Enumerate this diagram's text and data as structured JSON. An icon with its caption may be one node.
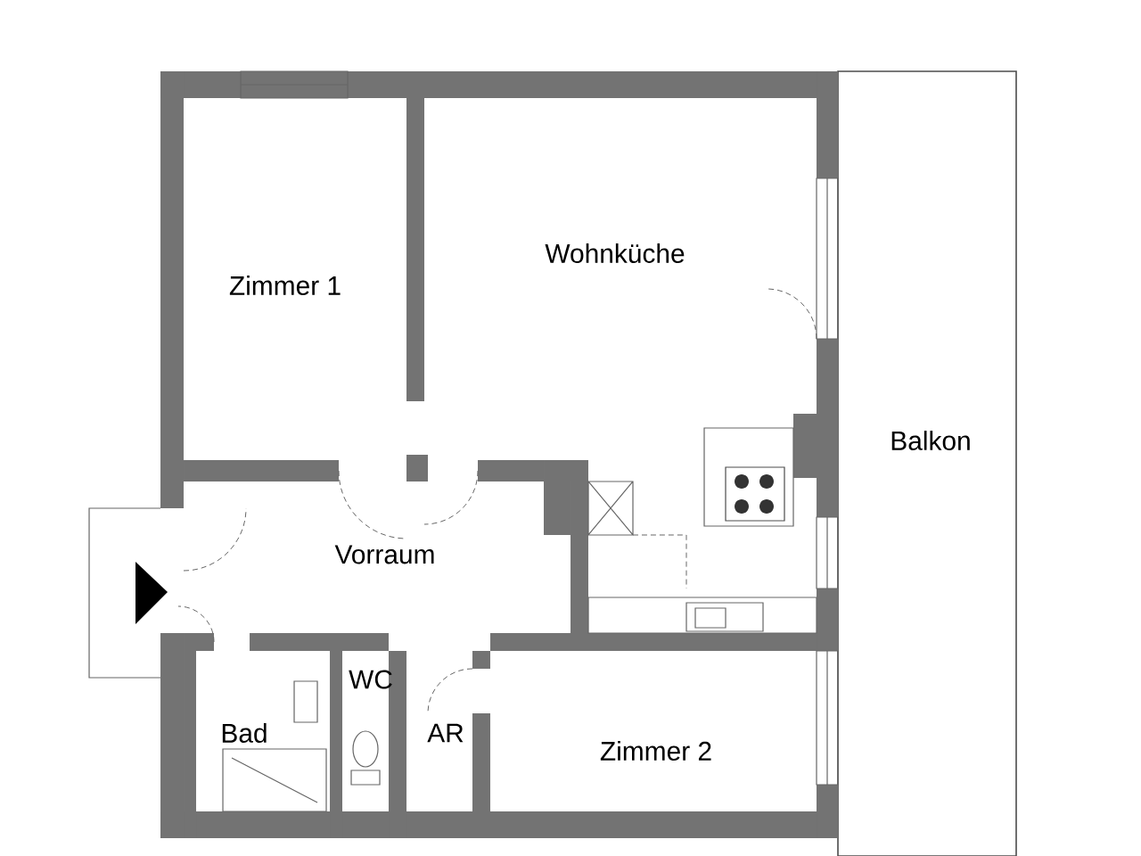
{
  "diagram": {
    "labels": [
      "Zimmer 1",
      "Wohnküche",
      "Balkon",
      "Vorraum",
      "WC",
      "Bad",
      "AR",
      "Zimmer 2"
    ]
  }
}
